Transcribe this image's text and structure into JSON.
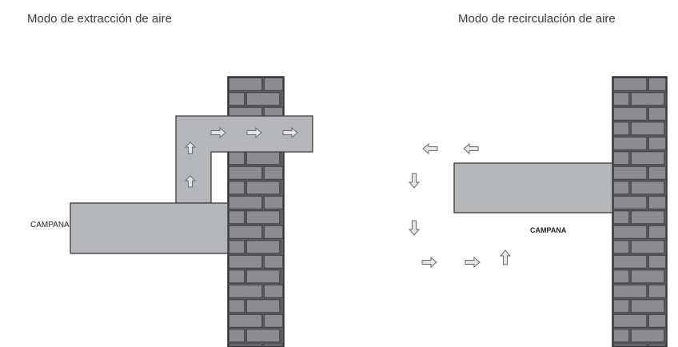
{
  "panels": {
    "extraction": {
      "title": "Modo de extracción de aire",
      "hood_label": "CAMPANA"
    },
    "recirculation": {
      "title": "Modo de recirculación de  aire",
      "hood_label": "CAMPANA"
    }
  },
  "icons": {
    "flow_arrow": "white-outline-arrow",
    "wall": "brick-wall"
  },
  "colors": {
    "hood_fill": "#b4b6ba",
    "brick": "#8b8c90",
    "mortar": "#5c5d61",
    "arrow_fill": "#e4e5e8"
  }
}
